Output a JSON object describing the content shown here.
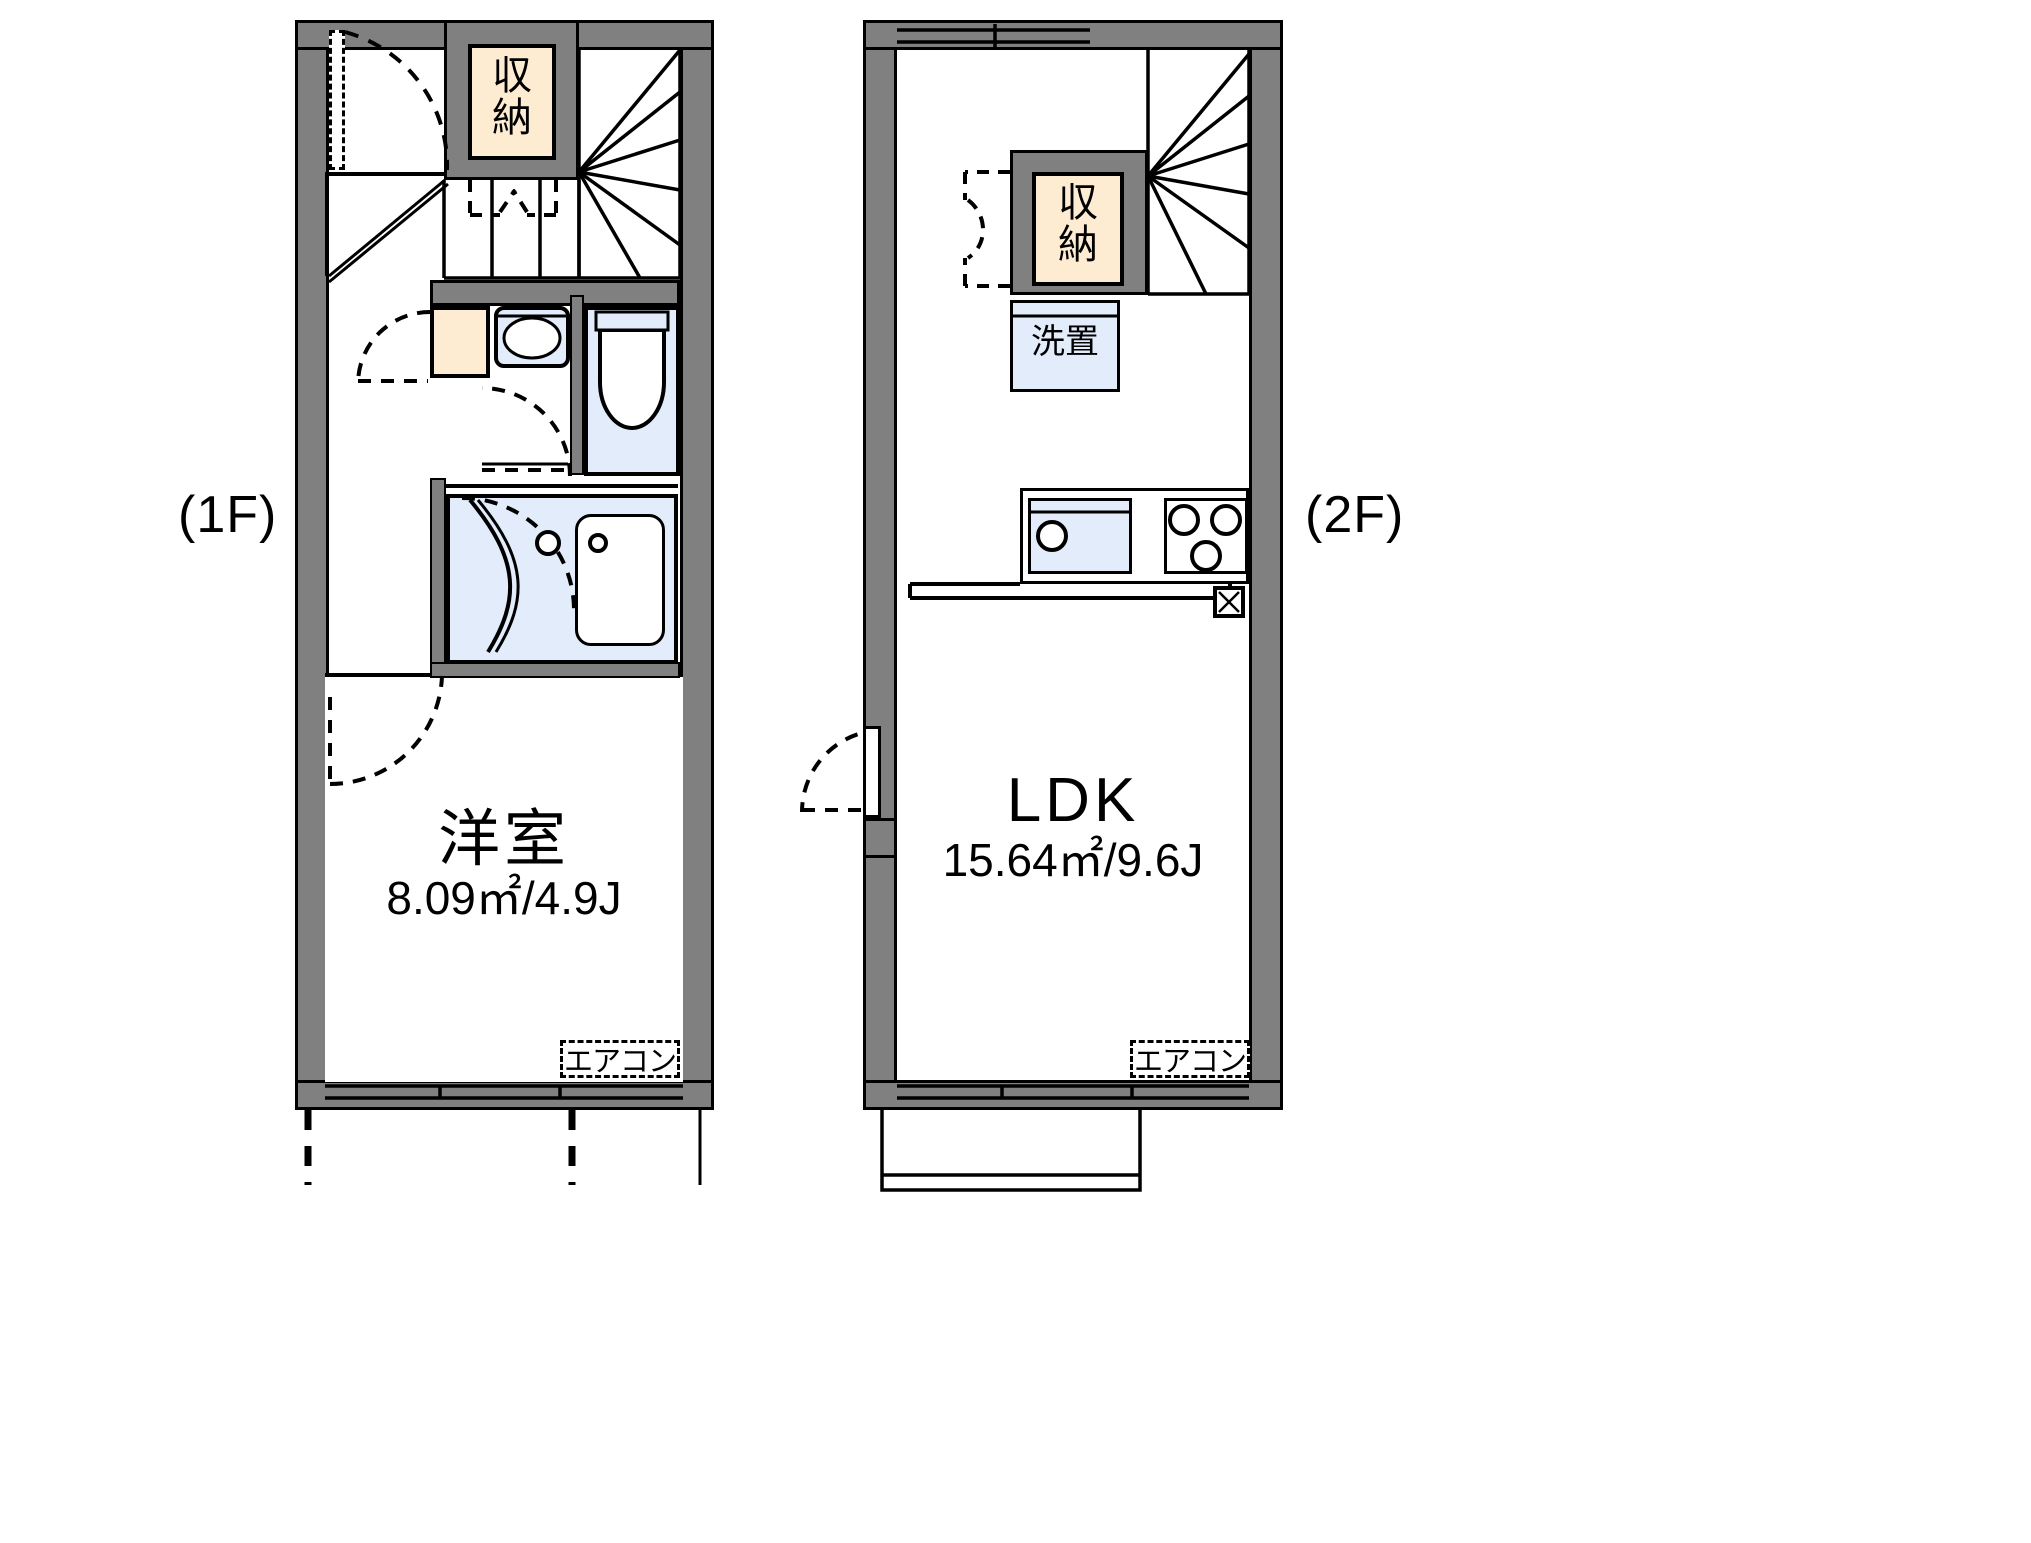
{
  "meta": {
    "kind": "japanese-floor-plan",
    "colors": {
      "wall_fill": "#808080",
      "outline": "#000000",
      "storage_fill": "#fdecd2",
      "water_fill": "#e2ecfb",
      "background": "#ffffff"
    }
  },
  "floors": [
    {
      "id": "1F",
      "tag": "(1F)",
      "tag_side": "left",
      "rooms": [
        {
          "name": "洋室",
          "area_text": "8.09㎡/4.9J",
          "area_sqm": 8.09,
          "area_jo": 4.9
        }
      ],
      "storages": [
        {
          "label_line1": "収",
          "label_line2": "納"
        }
      ],
      "fixtures": [
        {
          "name": "stairs"
        },
        {
          "name": "washbasin"
        },
        {
          "name": "toilet"
        },
        {
          "name": "unit-bath"
        },
        {
          "name": "entrance-door"
        }
      ],
      "aircon": {
        "label": "エアコン"
      }
    },
    {
      "id": "2F",
      "tag": "(2F)",
      "tag_side": "right",
      "rooms": [
        {
          "name": "LDK",
          "area_text": "15.64㎡/9.6J",
          "area_sqm": 15.64,
          "area_jo": 9.6
        }
      ],
      "storages": [
        {
          "label_line1": "収",
          "label_line2": "納"
        }
      ],
      "labeled_spaces": [
        {
          "label": "洗置"
        }
      ],
      "fixtures": [
        {
          "name": "stairs"
        },
        {
          "name": "kitchen-sink"
        },
        {
          "name": "gas-stove"
        },
        {
          "name": "balcony"
        },
        {
          "name": "entrance-door"
        }
      ],
      "aircon": {
        "label": "エアコン"
      }
    }
  ]
}
